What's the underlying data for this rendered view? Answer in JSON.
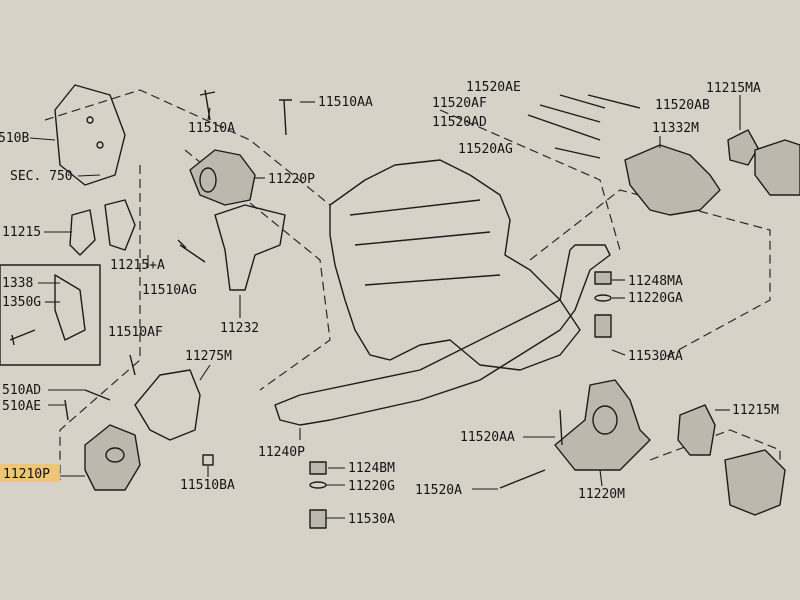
{
  "labels": [
    {
      "id": "p11510B",
      "text": "510B"
    },
    {
      "id": "p750",
      "text": "SEC. 750"
    },
    {
      "id": "p11215",
      "text": "11215"
    },
    {
      "id": "p1338",
      "text": "1338"
    },
    {
      "id": "p1350G",
      "text": "1350G"
    },
    {
      "id": "p11510A",
      "text": "11510A"
    },
    {
      "id": "p11510AA",
      "text": "11510AA"
    },
    {
      "id": "p11220P",
      "text": "11220P"
    },
    {
      "id": "p11215A",
      "text": "11215+A"
    },
    {
      "id": "p11510AG",
      "text": "11510AG"
    },
    {
      "id": "p11232",
      "text": "11232"
    },
    {
      "id": "p11510AF",
      "text": "11510AF"
    },
    {
      "id": "p11275M",
      "text": "11275M"
    },
    {
      "id": "p11510AD",
      "text": "510AD"
    },
    {
      "id": "p11510AE",
      "text": "510AE"
    },
    {
      "id": "p11210P",
      "text": "11210P"
    },
    {
      "id": "p11510BA",
      "text": "11510BA"
    },
    {
      "id": "p11240P",
      "text": "11240P"
    },
    {
      "id": "p11248M",
      "text": "1124BM"
    },
    {
      "id": "p11220G",
      "text": "11220G"
    },
    {
      "id": "p11530A",
      "text": "11530A"
    },
    {
      "id": "p11520AE",
      "text": "11520AE"
    },
    {
      "id": "p11520AF",
      "text": "11520AF"
    },
    {
      "id": "p11520AD",
      "text": "11520AD"
    },
    {
      "id": "p11520AG",
      "text": "11520AG"
    },
    {
      "id": "p11520AB",
      "text": "11520AB"
    },
    {
      "id": "p11332M",
      "text": "11332M"
    },
    {
      "id": "p11215MA",
      "text": "11215MA"
    },
    {
      "id": "p11248MA",
      "text": "11248MA"
    },
    {
      "id": "p11220GA",
      "text": "11220GA"
    },
    {
      "id": "p11530AA",
      "text": "11530AA"
    },
    {
      "id": "p11520AA",
      "text": "11520AA"
    },
    {
      "id": "p11520A",
      "text": "11520A"
    },
    {
      "id": "p11220M",
      "text": "11220M"
    },
    {
      "id": "p11215M",
      "text": "11215M"
    }
  ],
  "colors": {
    "paper": "#d6d2c8",
    "ink": "#1c1c1c",
    "highlight": "#f2c46a"
  }
}
